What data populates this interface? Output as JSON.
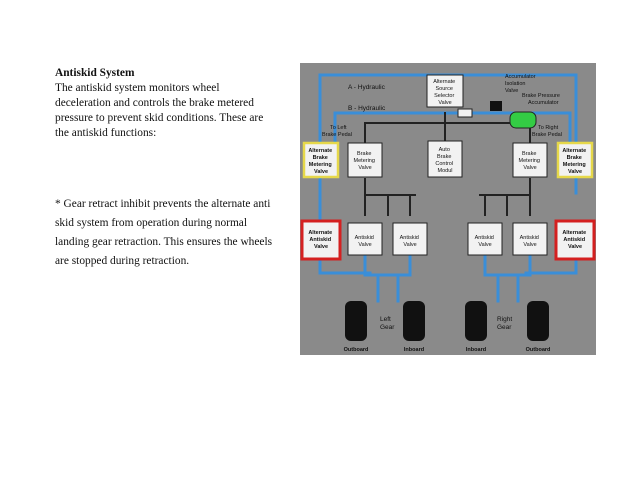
{
  "text": {
    "title": "Antiskid System",
    "intro_lines": [
      "The antiskid system monitors wheel",
      "deceleration and controls the brake metered",
      "pressure to prevent skid conditions. These are",
      "the antiskid functions:"
    ],
    "gear_note_lines": [
      "* Gear retract inhibit prevents the alternate anti",
      "skid system from operation during normal",
      "landing gear retraction. This ensures the wheels",
      "are stopped during retraction."
    ]
  },
  "diagram": {
    "colors": {
      "background": "#8a8a8a",
      "hydraulic_line": "#3a8ed8",
      "line_dark": "#222222",
      "box": "#f2f2f2",
      "highlight_yellow": "#e6d84a",
      "highlight_red": "#d42020",
      "accumulator": "#33cc44"
    },
    "labels": {
      "line_a": "A - Hydraulic",
      "line_b": "B - Hydraulic",
      "selector_valve": [
        "Alternate",
        "Source",
        "Selector",
        "Valve"
      ],
      "accumulator_isolation": [
        "Accumulator",
        "Isolation",
        "Valve"
      ],
      "brake_pressure_accumulator": [
        "Brake Pressure",
        "Accumulator"
      ],
      "to_left_brake_pedal": [
        "To Left",
        "Brake Pedal"
      ],
      "to_right_brake_pedal": [
        "To Right",
        "Brake Pedal"
      ],
      "alt_brake_metering_valve": [
        "Alternate",
        "Brake",
        "Metering",
        "Valve"
      ],
      "brake_metering_valve": [
        "Brake",
        "Metering",
        "Valve"
      ],
      "auto_brake_module": [
        "Auto",
        "Brake",
        "Control",
        "Modul"
      ],
      "alt_antiskid_valve": [
        "Alternate",
        "Antiskid",
        "Valve"
      ],
      "antiskid_valve": [
        "Antiskid",
        "Valve"
      ],
      "left_gear": [
        "Left",
        "Gear"
      ],
      "right_gear": [
        "Right",
        "Gear"
      ],
      "outboard": "Outboard",
      "inboard": "Inboard"
    }
  }
}
